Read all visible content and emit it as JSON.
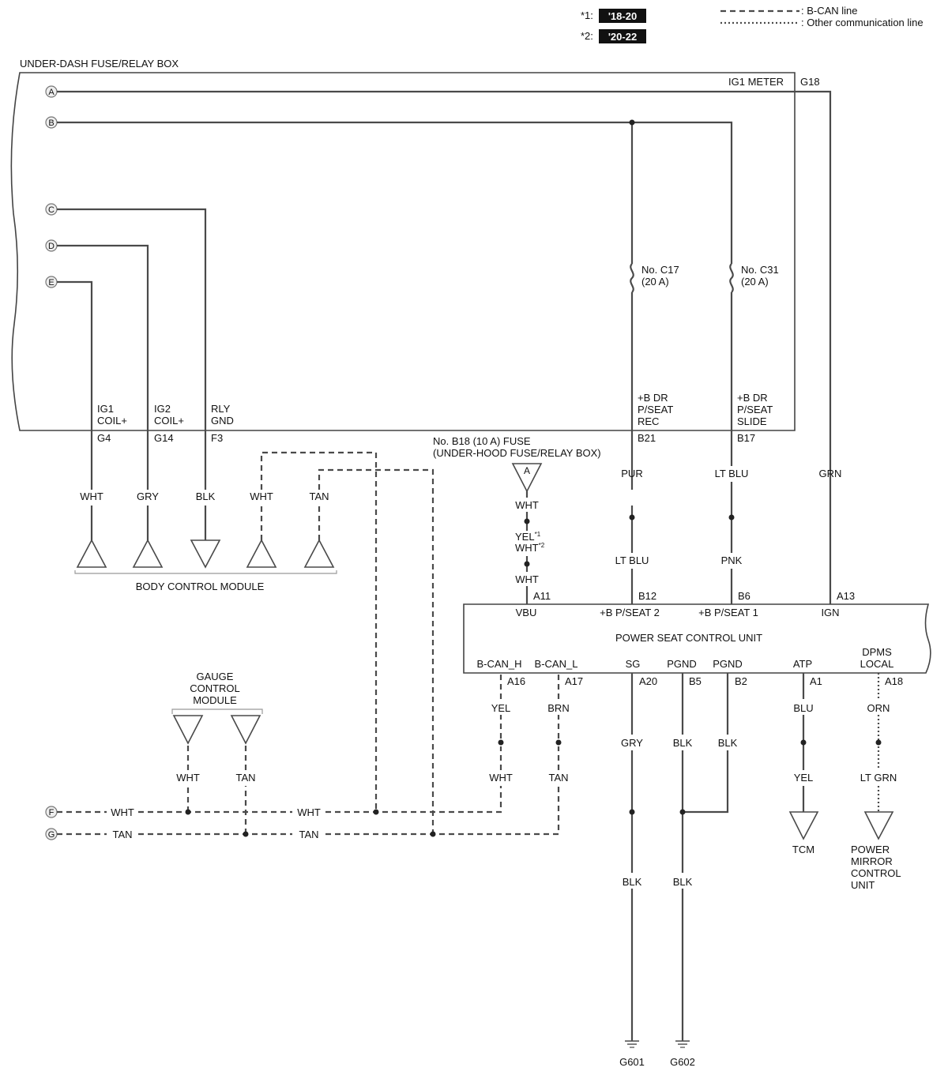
{
  "legend": {
    "bcan_line": ": B-CAN line",
    "other_line": ": Other communication line",
    "note1_key": "*1:",
    "note1_years": "'18-20",
    "note2_key": "*2:",
    "note2_years": "'20-22"
  },
  "underdash_box": {
    "title": "UNDER-DASH FUSE/RELAY BOX",
    "ig1_meter": "IG1 METER",
    "g18": "G18",
    "ig1_coil": [
      "IG1",
      "COIL+"
    ],
    "ig2_coil": [
      "IG2",
      "COIL+"
    ],
    "rly_gnd": [
      "RLY",
      "GND"
    ],
    "g4": "G4",
    "g14": "G14",
    "f3": "F3",
    "fuse_c17": [
      "No. C17",
      "(20 A)"
    ],
    "fuse_c31": [
      "No. C31",
      "(20 A)"
    ],
    "bdr_rec": [
      "+B DR",
      "P/SEAT",
      "REC"
    ],
    "bdr_slide": [
      "+B DR",
      "P/SEAT",
      "SLIDE"
    ],
    "b21": "B21",
    "b17": "B17"
  },
  "circles": {
    "a": "A",
    "b": "B",
    "c": "C",
    "d": "D",
    "e": "E",
    "f": "F",
    "g": "G"
  },
  "underhood_fuse": {
    "line1": "No. B18 (10 A) FUSE",
    "line2": "(UNDER-HOOD FUSE/RELAY BOX)",
    "connector": "A"
  },
  "wires": {
    "wht_e": "WHT",
    "gry_d": "GRY",
    "blk_c": "BLK",
    "wht_bcm": "WHT",
    "tan_bcm": "TAN",
    "wht_fuse": "WHT",
    "yel_note": "YEL",
    "wht_note": "WHT",
    "wht_a11": "WHT",
    "pur": "PUR",
    "lt_blu_b12": "LT BLU",
    "lt_blu_b17": "LT BLU",
    "pnk": "PNK",
    "grn": "GRN",
    "yel_a16": "YEL",
    "wht_a16": "WHT",
    "brn_a17": "BRN",
    "tan_a17": "TAN",
    "gry_a20": "GRY",
    "blk_a20": "BLK",
    "blk_b5": "BLK",
    "blk_b5_low": "BLK",
    "blk_b2": "BLK",
    "blu_a1": "BLU",
    "yel_a1": "YEL",
    "orn_a18": "ORN",
    "ltgrn_a18": "LT GRN",
    "gcm_wht": "WHT",
    "gcm_tan": "TAN",
    "f_wht_left": "WHT",
    "f_wht_mid": "WHT",
    "g_tan_left": "TAN",
    "g_tan_mid": "TAN"
  },
  "bcm": {
    "label": "BODY CONTROL MODULE"
  },
  "gcm": {
    "label": [
      "GAUGE",
      "CONTROL",
      "MODULE"
    ]
  },
  "pscu": {
    "title": "POWER SEAT CONTROL UNIT",
    "a11": "A11",
    "vbu": "VBU",
    "b12": "B12",
    "pseat2": "+B P/SEAT 2",
    "b6": "B6",
    "pseat1": "+B P/SEAT 1",
    "a13": "A13",
    "ign": "IGN",
    "bcan_h": "B-CAN_H",
    "a16": "A16",
    "bcan_l": "B-CAN_L",
    "a17": "A17",
    "sg": "SG",
    "a20": "A20",
    "pgnd1": "PGND",
    "b5": "B5",
    "pgnd2": "PGND",
    "b2": "B2",
    "atp": "ATP",
    "a1": "A1",
    "dpms": [
      "DPMS",
      "LOCAL"
    ],
    "a18": "A18"
  },
  "destinations": {
    "tcm": "TCM",
    "mirror": [
      "POWER",
      "MIRROR",
      "CONTROL",
      "UNIT"
    ]
  },
  "grounds": {
    "g601": "G601",
    "g602": "G602"
  }
}
